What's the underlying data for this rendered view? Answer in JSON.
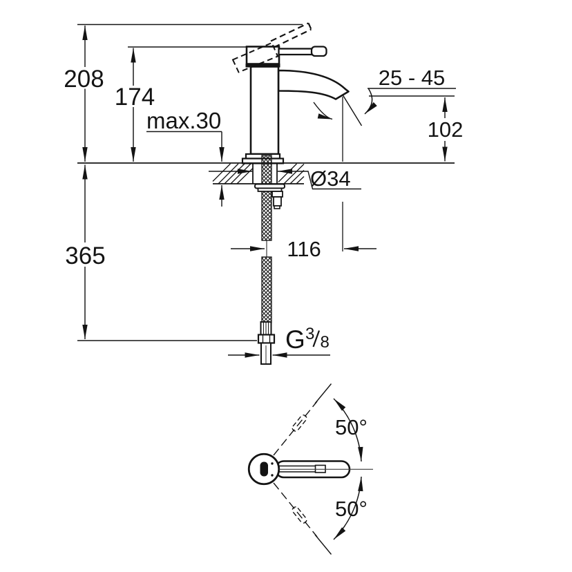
{
  "drawing": {
    "kind": "faucet installation dimension drawing",
    "views": [
      "side-elevation-with-deck-section",
      "top-view-handle-swivel"
    ],
    "ink_color": "#141414",
    "background_color": "#ffffff"
  },
  "side_view": {
    "labels": {
      "overall_height": "208",
      "body_height": "174",
      "max_deck_thickness": "max.30",
      "stream_angle_range": "25 - 45",
      "spout_height": "102",
      "hole_diameter": "Ø34",
      "spout_reach": "116",
      "hose_length": "365",
      "thread_letter": "G",
      "thread_numerator": "3",
      "thread_denominator": "8"
    }
  },
  "top_view": {
    "labels": {
      "swivel_up": "50°",
      "swivel_down": "50°"
    }
  }
}
